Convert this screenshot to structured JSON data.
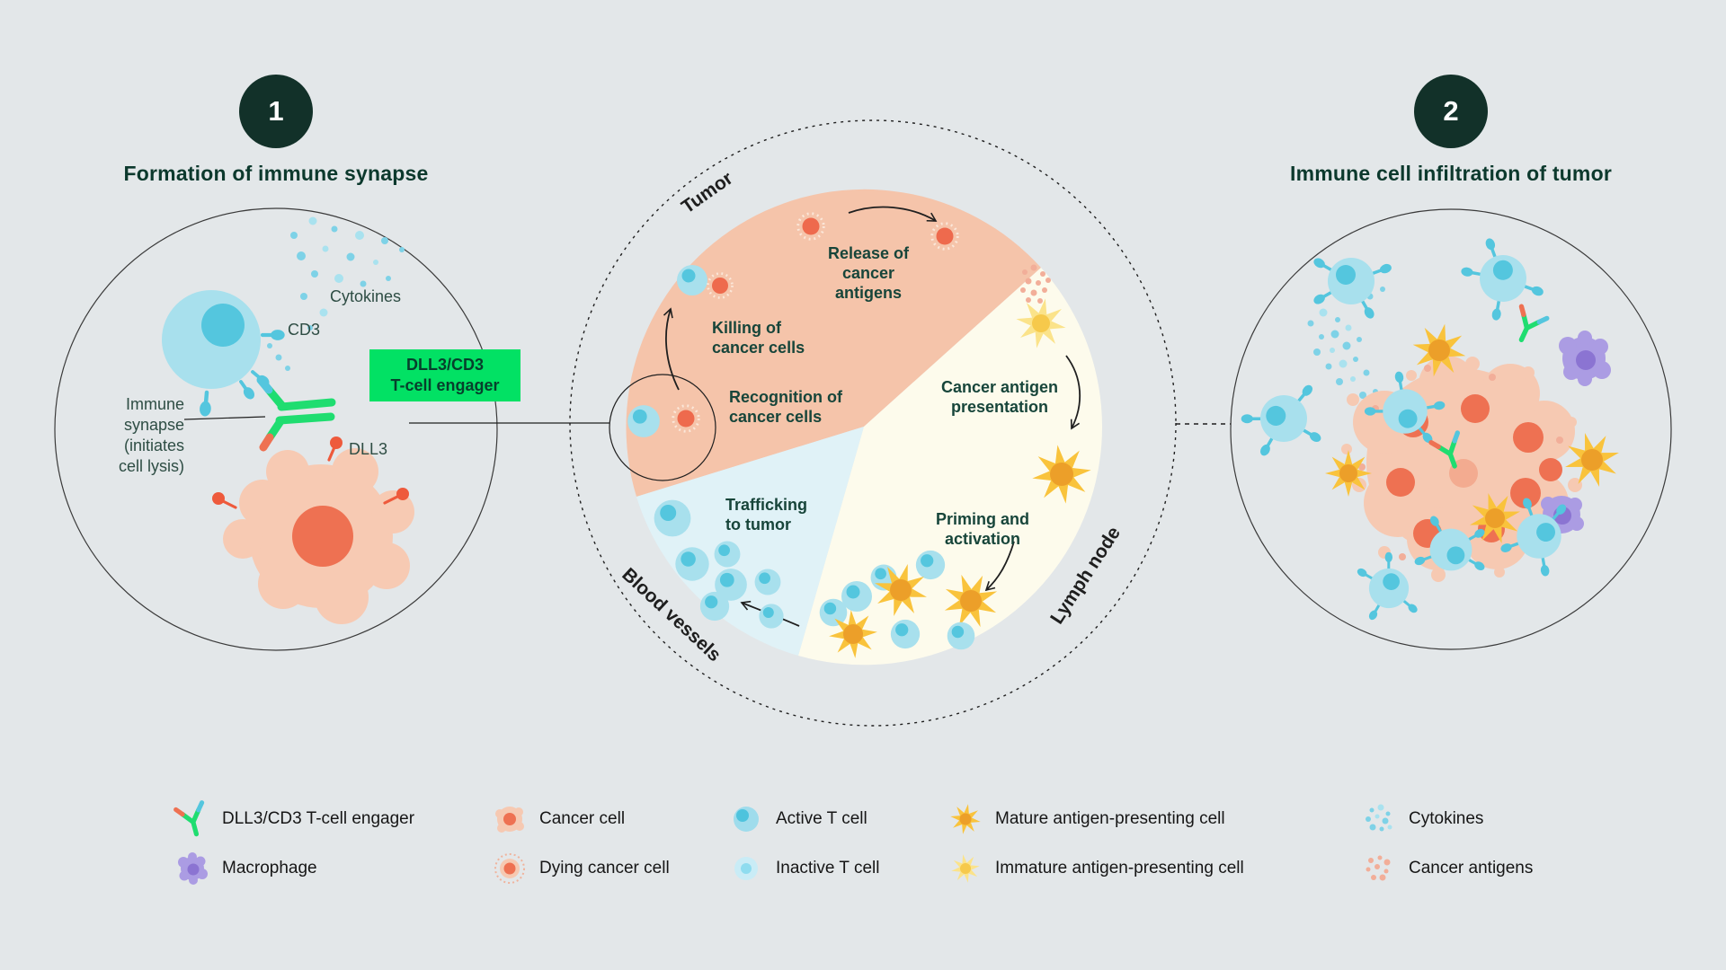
{
  "step1": {
    "badge": "1",
    "title": "Formation of immune synapse",
    "cytokines_label": "Cytokines",
    "cd3_label": "CD3",
    "dll3_label": "DLL3",
    "immune_synapse_label": "Immune\nsynapse\n(initiates\ncell lysis)",
    "engager_label": "DLL3/CD3\nT-cell engager"
  },
  "cycle": {
    "tumor_label": "Tumor",
    "lymph_node_label": "Lymph node",
    "blood_vessels_label": "Blood vessels",
    "release_label": "Release of\ncancer\nantigens",
    "killing_label": "Killing of\ncancer cells",
    "recognition_label": "Recognition of\ncancer cells",
    "presentation_label": "Cancer antigen\npresentation",
    "priming_label": "Priming and\nactivation",
    "trafficking_label": "Trafficking\nto tumor"
  },
  "step2": {
    "badge": "2",
    "title": "Immune cell infiltration of tumor"
  },
  "legend": {
    "items": [
      {
        "icon": "engager-icon",
        "label": "DLL3/CD3 T-cell engager"
      },
      {
        "icon": "macrophage-icon",
        "label": "Macrophage"
      },
      {
        "icon": "cancer-cell-icon",
        "label": "Cancer cell"
      },
      {
        "icon": "dying-cancer-cell-icon",
        "label": "Dying cancer cell"
      },
      {
        "icon": "active-t-cell-icon",
        "label": "Active T cell"
      },
      {
        "icon": "inactive-t-cell-icon",
        "label": "Inactive T cell"
      },
      {
        "icon": "mature-apc-icon",
        "label": "Mature antigen-presenting cell"
      },
      {
        "icon": "immature-apc-icon",
        "label": "Immature antigen-presenting cell"
      },
      {
        "icon": "cytokines-icon",
        "label": "Cytokines"
      },
      {
        "icon": "cancer-antigens-icon",
        "label": "Cancer antigens"
      }
    ]
  },
  "colors": {
    "background": "#e3e7e9",
    "badge_green": "#123129",
    "title_green": "#0c392d",
    "accent_green": "#02e164",
    "antibody_green": "#1fdd70",
    "t_cell": "#a8e0ed",
    "t_cell_nucleus": "#54c6de",
    "cancer_cell_body": "#f7cab3",
    "cancer_cell_nucleus": "#ee7152",
    "tumor_wedge": "#f5c4aa",
    "lymph_wedge": "#fdfbec",
    "blood_wedge": "#e0f2f7",
    "apc_mature": "#f9c33c",
    "apc_immature": "#fbe38a",
    "macrophage": "#ab9ce3",
    "cytokine_dot": "#7ed2e7",
    "antigen_dot": "#f2ae99"
  }
}
